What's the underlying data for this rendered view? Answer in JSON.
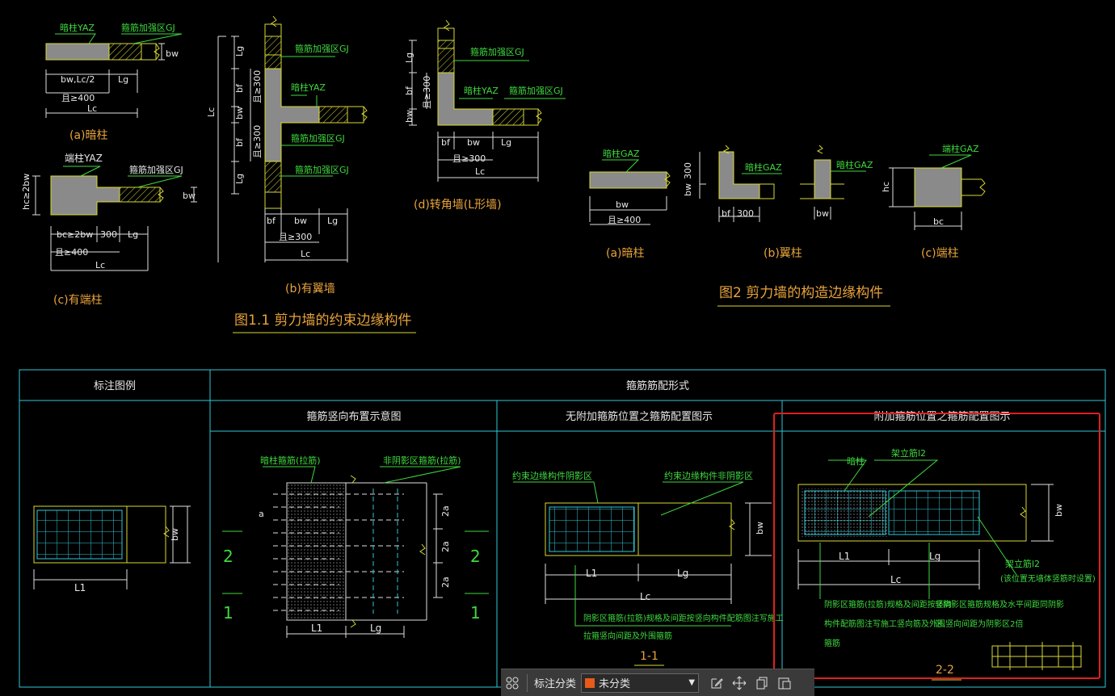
{
  "colors": {
    "text_label": "#e8a33a",
    "text_note": "#3fd93f",
    "line_yellow": "#d9d934",
    "line_cyan": "#30c8d8",
    "highlight": "#e0201e",
    "swatch": "#e85a1a"
  },
  "fig1": {
    "caption": "图1.1  剪力墙的约束边缘构件",
    "a": {
      "label": "(a)暗柱",
      "yaz": "暗柱YAZ",
      "gj": "箍筋加强区GJ",
      "bw": "bw",
      "dim1": "bw,Lc/2",
      "dim2": "Lg",
      "dim3": "且≥400",
      "lc": "Lc"
    },
    "c": {
      "label": "(c)有端柱",
      "yaz": "端柱YAZ",
      "gj": "箍筋加强区GJ",
      "hc": "hc≥2bw",
      "bw": "bw",
      "bc": "bc≥2bw",
      "d300": "300",
      "lg": "Lg",
      "d400": "且≥400",
      "lc": "Lc"
    },
    "b": {
      "label": "(b)有翼墙",
      "gj1": "箍筋加强区GJ",
      "yaz": "暗柱YAZ",
      "gj2": "箍筋加强区GJ",
      "gj3": "箍筋加强区GJ",
      "lg1": "Lg",
      "bf1": "bf",
      "c300a": "且≥300",
      "bw": "bw",
      "bf2": "bf",
      "c300b": "且≥300",
      "lg2": "Lg",
      "lc": "Lc",
      "bbf": "bf",
      "bbw": "bw",
      "blg": "Lg",
      "b300": "且≥300",
      "blc": "Lc"
    },
    "d": {
      "label": "(d)转角墙(L形墙)",
      "gj1": "箍筋加强区GJ",
      "yaz": "暗柱YAZ",
      "gj2": "箍筋加强区GJ",
      "lg": "Lg",
      "bf": "bf",
      "c300": "且≥300",
      "bw": "bw",
      "dbf": "bf",
      "dbw": "bw",
      "dlg": "Lg",
      "d300": "且≥300",
      "dlc": "Lc"
    }
  },
  "fig2": {
    "caption": "图2  剪力墙的构造边缘构件",
    "a": {
      "label": "(a)暗柱",
      "gaz": "暗柱GAZ",
      "bw": "bw",
      "d400": "且≥400"
    },
    "b": {
      "label": "(b)翼柱",
      "gaz1": "暗柱GAZ",
      "gaz2": "暗柱GAZ",
      "d300a": "300",
      "bw1": "bw",
      "bf": "bf",
      "d300b": "300",
      "bw2": "bw"
    },
    "c": {
      "label": "(c)端柱",
      "gaz": "端柱GAZ",
      "hc": "hc",
      "bc": "bc"
    }
  },
  "table": {
    "col1_header": "标注图例",
    "col2_header": "箍筋筋配形式",
    "sub1": "箍筋竖向布置示意图",
    "sub2": "无附加箍筋位置之箍筋配置图示",
    "sub3": "附加箍筋位置之箍筋配置图示",
    "legend": {
      "bw": "bw",
      "l1": "L1"
    },
    "c1": {
      "n1": "暗柱箍筋(拉筋)",
      "n2": "非阴影区箍筋(拉筋)",
      "a": "a",
      "s2a_1": "2a",
      "s2a_2": "2a",
      "s2a_3": "2a",
      "l1": "L1",
      "lg": "Lg",
      "m2l": "2",
      "m2r": "2",
      "m1l": "1",
      "m1r": "1"
    },
    "c2": {
      "n1": "约束边缘构件阴影区",
      "n2": "约束边缘构件非阴影区",
      "bw": "bw",
      "l1": "L1",
      "lg": "Lg",
      "lc": "Lc",
      "note1": "阴影区箍筋(拉筋)规格及间距按竖向构件配筋图注写施工",
      "note2": "拉箍竖向间距及外围箍筋",
      "sec": "1-1"
    },
    "c3": {
      "n1": "暗柱",
      "n2": "架立筋l2",
      "n3": "架立筋l2",
      "n3b": "(该位置无墙体竖筋时设置)",
      "bw": "bw",
      "l1": "L1",
      "lg": "Lg",
      "lc": "Lc",
      "note1": "阴影区箍筋(拉筋)规格及间距按竖向",
      "note1b": "构件配筋图注写施工竖向筋及外围",
      "note1c": "箍筋",
      "note2": "非阴影区箍筋规格及水平间距同阴影",
      "note2b": "区,竖向间距为阴影区2倍",
      "sec": "2-2"
    }
  },
  "toolbar": {
    "label": "标注分类",
    "select_value": "未分类",
    "icons": [
      "grid-icon",
      "edit-icon",
      "move-icon",
      "copy-icon",
      "paste-icon"
    ]
  }
}
